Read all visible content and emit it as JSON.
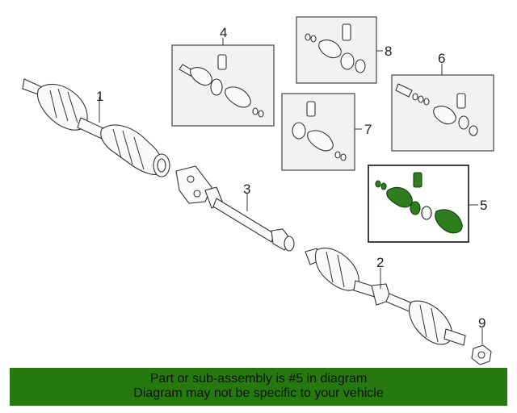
{
  "callouts": {
    "c1": "1",
    "c2": "2",
    "c3": "3",
    "c4": "4",
    "c5": "5",
    "c6": "6",
    "c7": "7",
    "c8": "8",
    "c9": "9"
  },
  "banner": {
    "line1": "Part or sub-assembly is #5 in diagram",
    "line2": "Diagram may not be specific to your vehicle"
  },
  "colors": {
    "highlight": "#2e7d1f",
    "banner": "#25790f"
  }
}
